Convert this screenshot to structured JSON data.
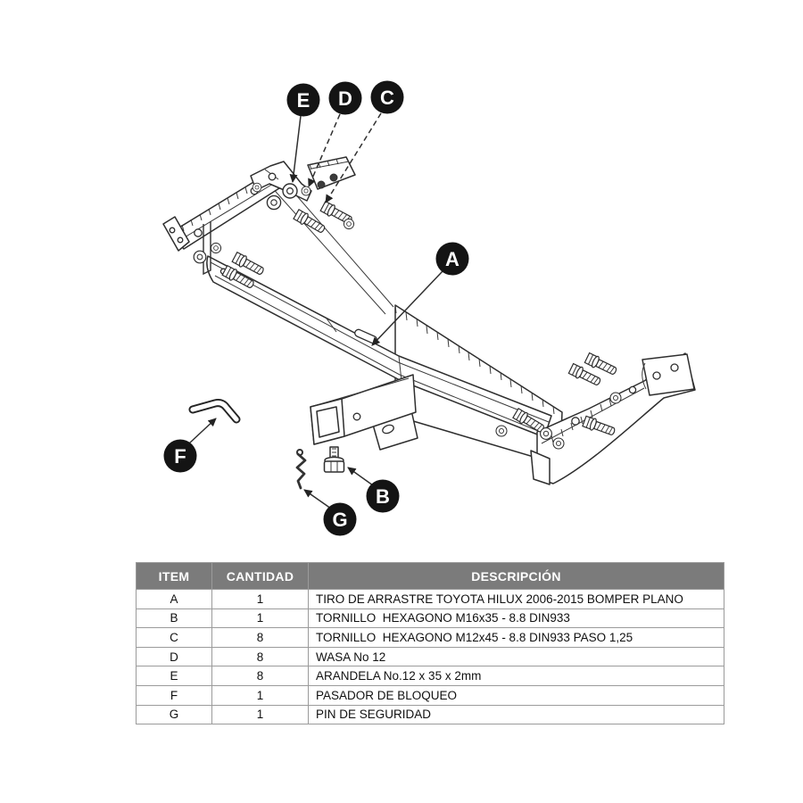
{
  "diagram": {
    "callouts": [
      {
        "letter": "A"
      },
      {
        "letter": "B"
      },
      {
        "letter": "C"
      },
      {
        "letter": "D"
      },
      {
        "letter": "E"
      },
      {
        "letter": "F"
      },
      {
        "letter": "G"
      }
    ],
    "colors": {
      "callout_bg": "#141414",
      "callout_text": "#ffffff",
      "line": "#2e2e2e"
    }
  },
  "table": {
    "headers": {
      "item": "ITEM",
      "cantidad": "CANTIDAD",
      "descripcion": "DESCRIPCIÓN"
    },
    "style": {
      "header_bg": "#7b7b7b",
      "header_text": "#ffffff",
      "border": "#9b9b9b"
    },
    "rows": [
      {
        "item": "A",
        "cantidad": "1",
        "descripcion": "TIRO DE ARRASTRE TOYOTA HILUX 2006-2015 BOMPER PLANO"
      },
      {
        "item": "B",
        "cantidad": "1",
        "descripcion": "TORNILLO  HEXAGONO M16x35 - 8.8 DIN933"
      },
      {
        "item": "C",
        "cantidad": "8",
        "descripcion": "TORNILLO  HEXAGONO M12x45 - 8.8 DIN933 PASO 1,25"
      },
      {
        "item": "D",
        "cantidad": "8",
        "descripcion": "WASA No 12"
      },
      {
        "item": "E",
        "cantidad": "8",
        "descripcion": "ARANDELA No.12 x 35 x 2mm"
      },
      {
        "item": "F",
        "cantidad": "1",
        "descripcion": "PASADOR DE BLOQUEO"
      },
      {
        "item": "G",
        "cantidad": "1",
        "descripcion": "PIN DE SEGURIDAD"
      }
    ]
  }
}
